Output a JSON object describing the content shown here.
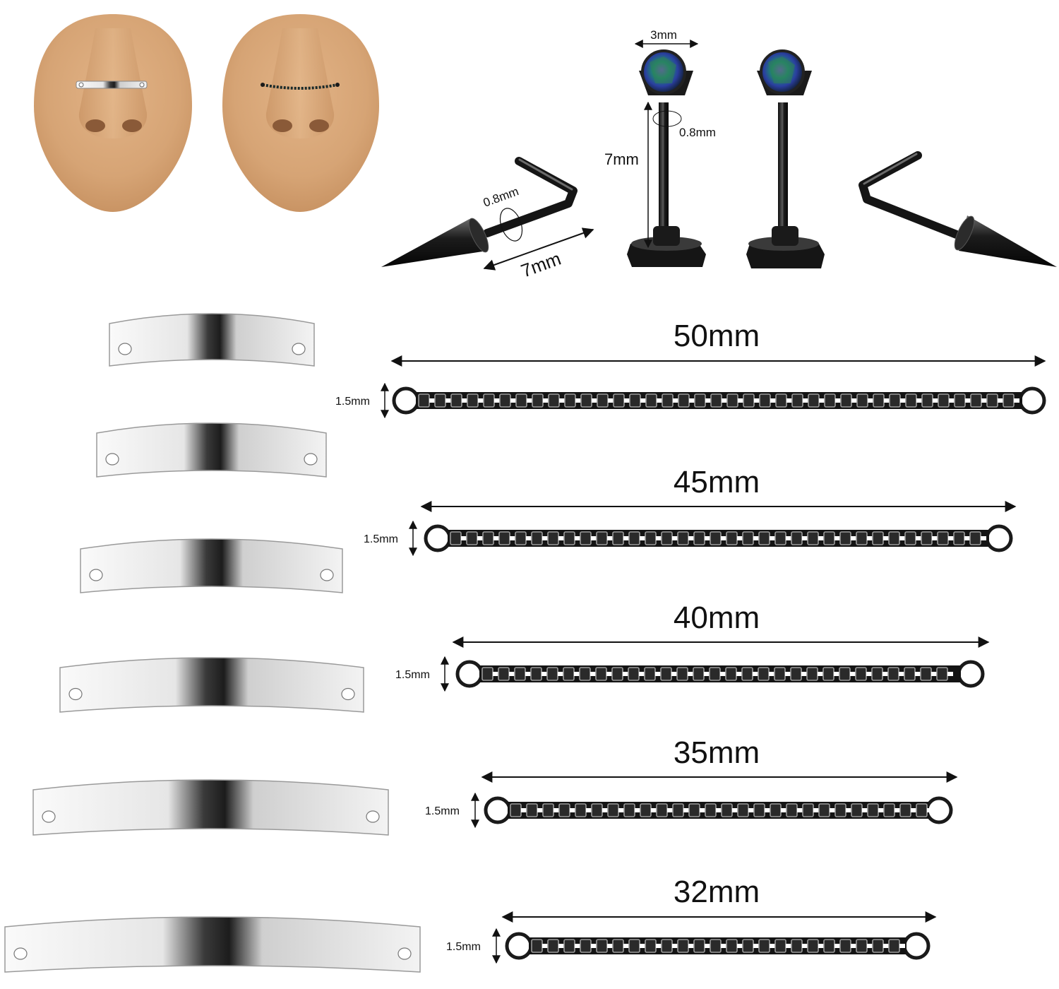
{
  "top_labels": {
    "stone_diameter": "3mm",
    "pin_gauge": "0.8mm",
    "pin_length": "7mm",
    "screw_gauge": "0.8mm",
    "screw_length": "7mm"
  },
  "chains": [
    {
      "length": "50mm",
      "thickness": "1.5mm"
    },
    {
      "length": "45mm",
      "thickness": "1.5mm"
    },
    {
      "length": "40mm",
      "thickness": "1.5mm"
    },
    {
      "length": "35mm",
      "thickness": "1.5mm"
    },
    {
      "length": "32mm",
      "thickness": "1.5mm"
    }
  ],
  "colors": {
    "skin": "#d9a777",
    "metal_black": "#1d1d1f",
    "silver": "#e9e9e9",
    "gem": "#2e7d5b"
  }
}
